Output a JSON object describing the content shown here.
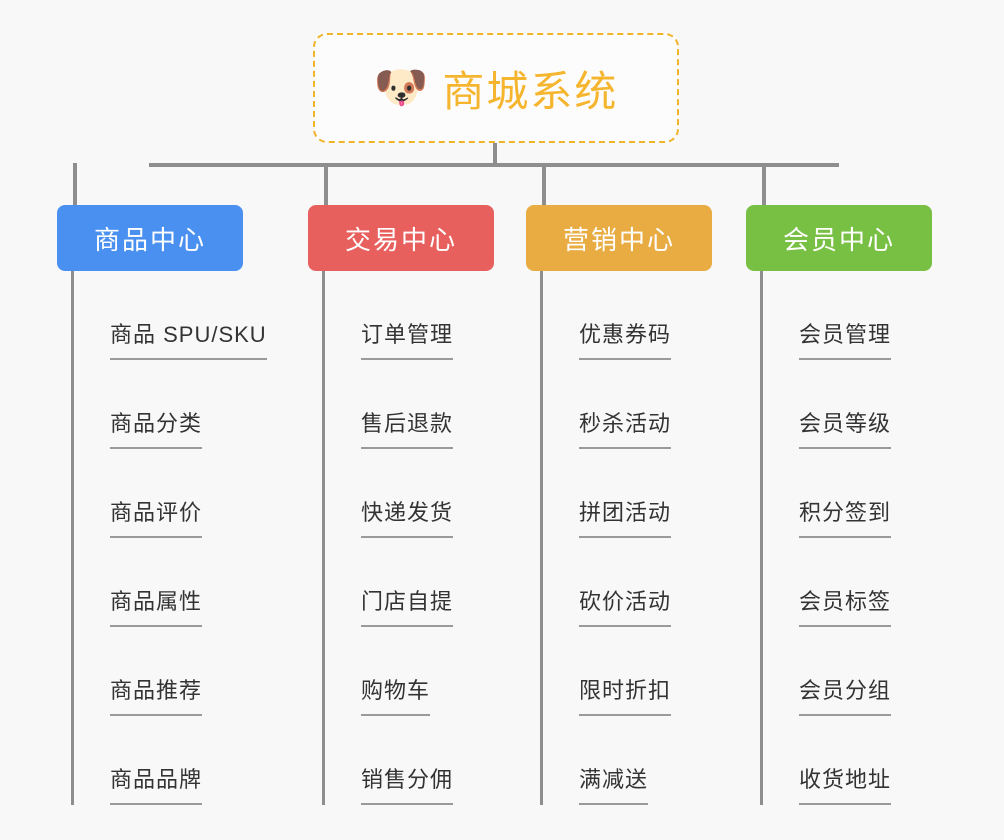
{
  "root": {
    "icon": "shiba-dog-face-icon",
    "emoji": "🐶",
    "title": "商城系统",
    "title_color": "#f5b52e",
    "border_color": "#f0b429"
  },
  "connector_color": "#8e8e8e",
  "background_color": "#f8f8f8",
  "columns": [
    {
      "id": "product-center",
      "label": "商品中心",
      "color": "#4a90f0",
      "items": [
        "商品 SPU/SKU",
        "商品分类",
        "商品评价",
        "商品属性",
        "商品推荐",
        "商品品牌"
      ]
    },
    {
      "id": "trade-center",
      "label": "交易中心",
      "color": "#e8605e",
      "items": [
        "订单管理",
        "售后退款",
        "快递发货",
        "门店自提",
        "购物车",
        "销售分佣"
      ]
    },
    {
      "id": "marketing-center",
      "label": "营销中心",
      "color": "#e8ac43",
      "items": [
        "优惠券码",
        "秒杀活动",
        "拼团活动",
        "砍价活动",
        "限时折扣",
        "满减送"
      ]
    },
    {
      "id": "member-center",
      "label": "会员中心",
      "color": "#78c043",
      "items": [
        "会员管理",
        "会员等级",
        "积分签到",
        "会员标签",
        "会员分组",
        "收货地址"
      ]
    }
  ]
}
